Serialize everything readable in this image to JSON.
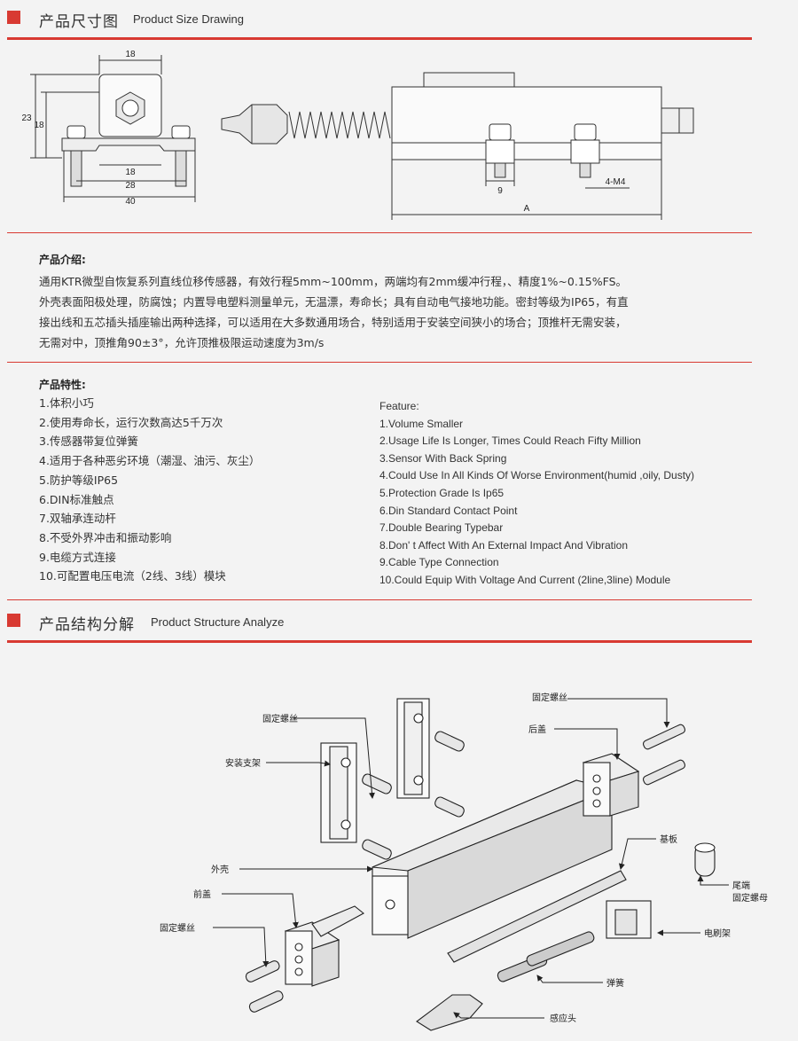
{
  "section1": {
    "title_cn": "产品尺寸图",
    "title_en": "Product Size Drawing"
  },
  "drawing": {
    "dims": {
      "d18_top": "18",
      "d23": "23",
      "d18_left": "18",
      "d18_mid": "18",
      "d28": "28",
      "d40": "40",
      "d9": "9",
      "m4": "4-M4",
      "a": "A"
    }
  },
  "intro": {
    "title": "产品介绍:",
    "lines": [
      "通用KTR微型自恢复系列直线位移传感器，有效行程5mm~100mm，两端均有2mm缓冲行程，、精度1%~0.15%FS。",
      "外壳表面阳极处理，防腐蚀；内置导电塑料测量单元，无温漂，寿命长；具有自动电气接地功能。密封等级为IP65，有直",
      "接出线和五芯插头插座输出两种选择，可以适用在大多数通用场合，特别适用于安装空间狭小的场合；顶推杆无需安装，",
      "无需对中，顶推角90±3°，允许顶推极限运动速度为3m/s"
    ]
  },
  "features": {
    "title": "产品特性:",
    "en_title": "Feature:",
    "cn": [
      "1.体积小巧",
      "2.使用寿命长，运行次数高达5千万次",
      "3.传感器带复位弹簧",
      "4.适用于各种恶劣环境（潮湿、油污、灰尘）",
      "5.防护等级IP65",
      "6.DIN标准触点",
      "7.双轴承连动杆",
      "8.不受外界冲击和振动影响",
      "9.电缆方式连接",
      "10.可配置电压电流（2线、3线）模块"
    ],
    "en": [
      "1.Volume Smaller",
      "2.Usage Life Is Longer, Times Could Reach Fifty Million",
      "3.Sensor With Back Spring",
      "4.Could Use In All Kinds Of Worse Environment(humid ,oily, Dusty)",
      "5.Protection Grade Is Ip65",
      "6.Din Standard Contact Point",
      "7.Double Bearing Typebar",
      "8.Don' t Affect With An External Impact And Vibration",
      "9.Cable Type Connection",
      "10.Could Equip With Voltage And Current (2line,3line) Module"
    ]
  },
  "section2": {
    "title_cn": "产品结构分解",
    "title_en": "Product Structure Analyze"
  },
  "parts": {
    "fix_screw_top": "固定螺丝",
    "fix_screw_right": "固定螺丝",
    "rear_cover": "后盖",
    "bracket": "安装支架",
    "base_plate": "基板",
    "housing": "外壳",
    "tail_nut_1": "尾端",
    "tail_nut_2": "固定螺母",
    "front_cover": "前盖",
    "fix_screw_left": "固定螺丝",
    "brush_holder": "电刷架",
    "spring": "弹簧",
    "probe": "感应头"
  }
}
